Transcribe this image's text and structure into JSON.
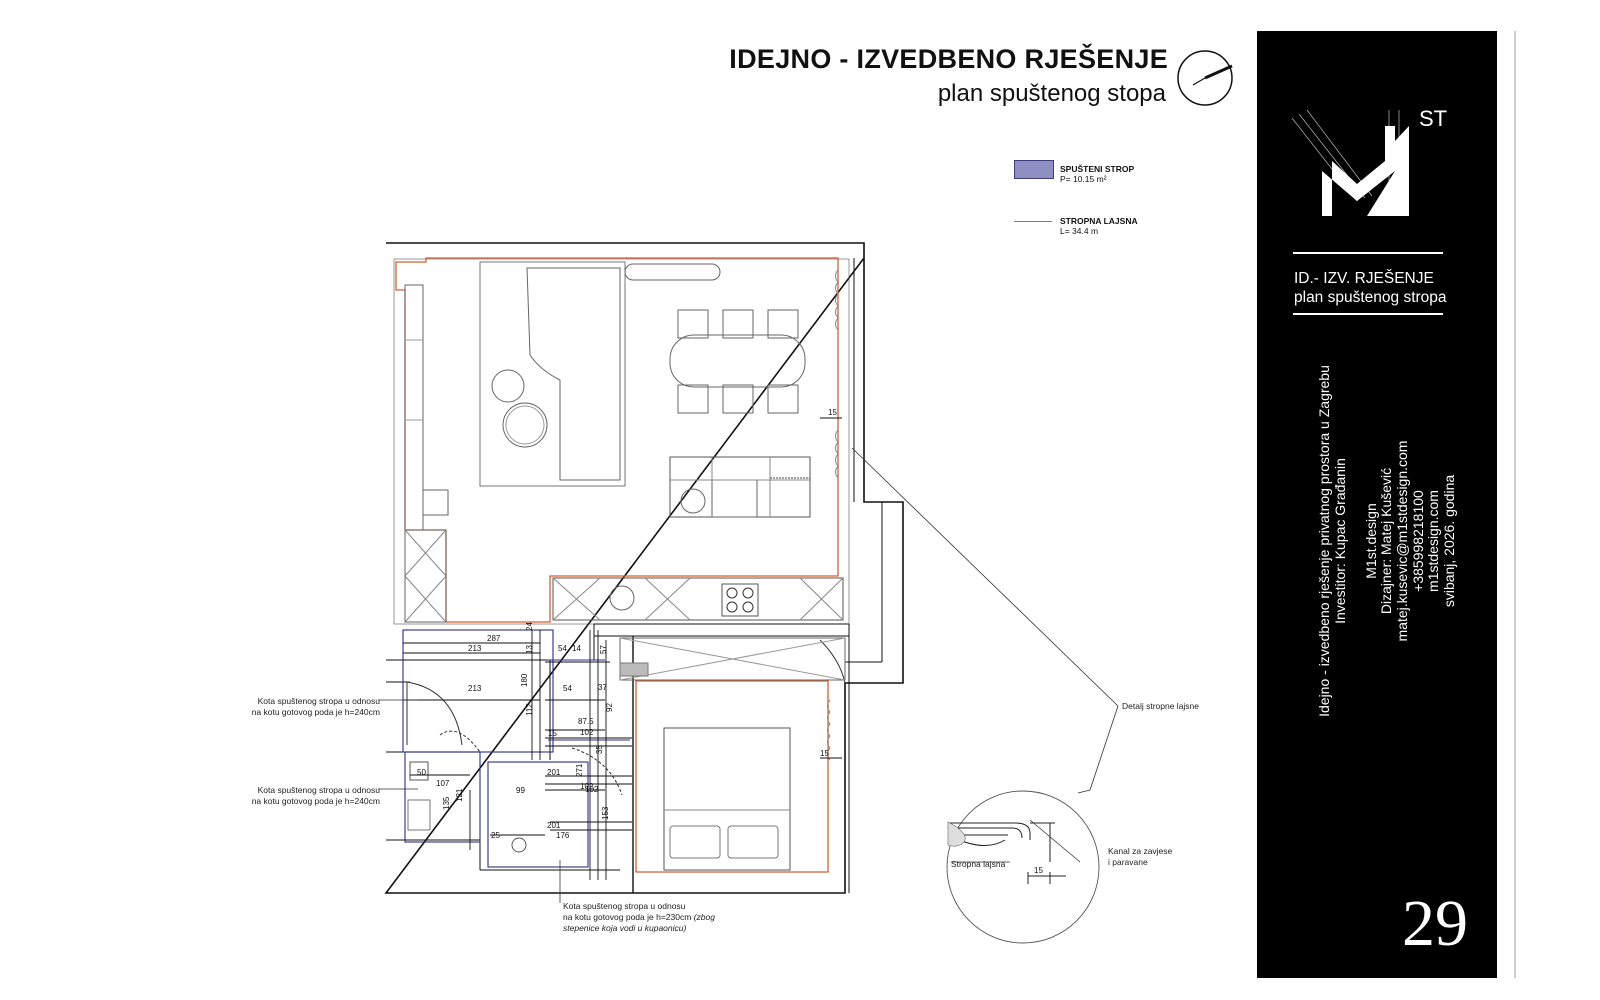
{
  "header": {
    "title": "IDEJNO - IZVEDBENO RJEŠENJE",
    "subtitle": "plan spuštenog stopa"
  },
  "legend": {
    "drop_ceiling_label": "SPUŠTENI STROP",
    "drop_ceiling_value": "P= 10.15 m²",
    "drop_ceiling_color": "#8e90c4",
    "molding_label": "STROPNA LAJSNA",
    "molding_value": "L= 34.4 m",
    "molding_color": "#d6602e"
  },
  "notes": {
    "note1": [
      "Kota spuštenog stropa u odnosu",
      "na kotu gotovog poda je h=240cm"
    ],
    "note2": [
      "Kota spuštenog stropa u odnosu",
      "na kotu gotovog poda je h=240cm"
    ],
    "note3": [
      "Kota spuštenog stropa u odnosu",
      "na kotu gotovog poda je h=230cm",
      "stepenice koja vodi u kupaonicu)"
    ],
    "note3_italic": "(zbog"
  },
  "detail": {
    "title": "Detalj stropne lajsne",
    "label_left": "Stropna lajsna",
    "label_right": [
      "Kanal za zavjese",
      "i paravane"
    ],
    "dimension": "15"
  },
  "dimensions": [
    "287",
    "213",
    "213",
    "24",
    "13",
    "54",
    "14",
    "57",
    "180",
    "37",
    "112",
    "54",
    "92",
    "87.5",
    "102",
    "15",
    "35",
    "102",
    "201",
    "271",
    "102",
    "50",
    "107",
    "99",
    "121",
    "135",
    "25",
    "201",
    "176",
    "153",
    "15",
    "15"
  ],
  "sidebar": {
    "logo_text": "M1",
    "logo_superscript": "ST",
    "title_line1": "ID.- IZV. RJEŠENJE",
    "title_line2": "plan spuštenog stropa",
    "info": [
      "Idejno - izvedbeno rješenje privatnog prostora u Zagrebu",
      "Investitor: Kupac Građanin",
      "",
      "M1st.design",
      "Dizajner: Matej Kušević",
      "matej.kusevic@m1stdesign.com",
      "+385998218100",
      "m1stdesign.com",
      "svibanj, 2026. godina"
    ],
    "page_number": "29"
  }
}
